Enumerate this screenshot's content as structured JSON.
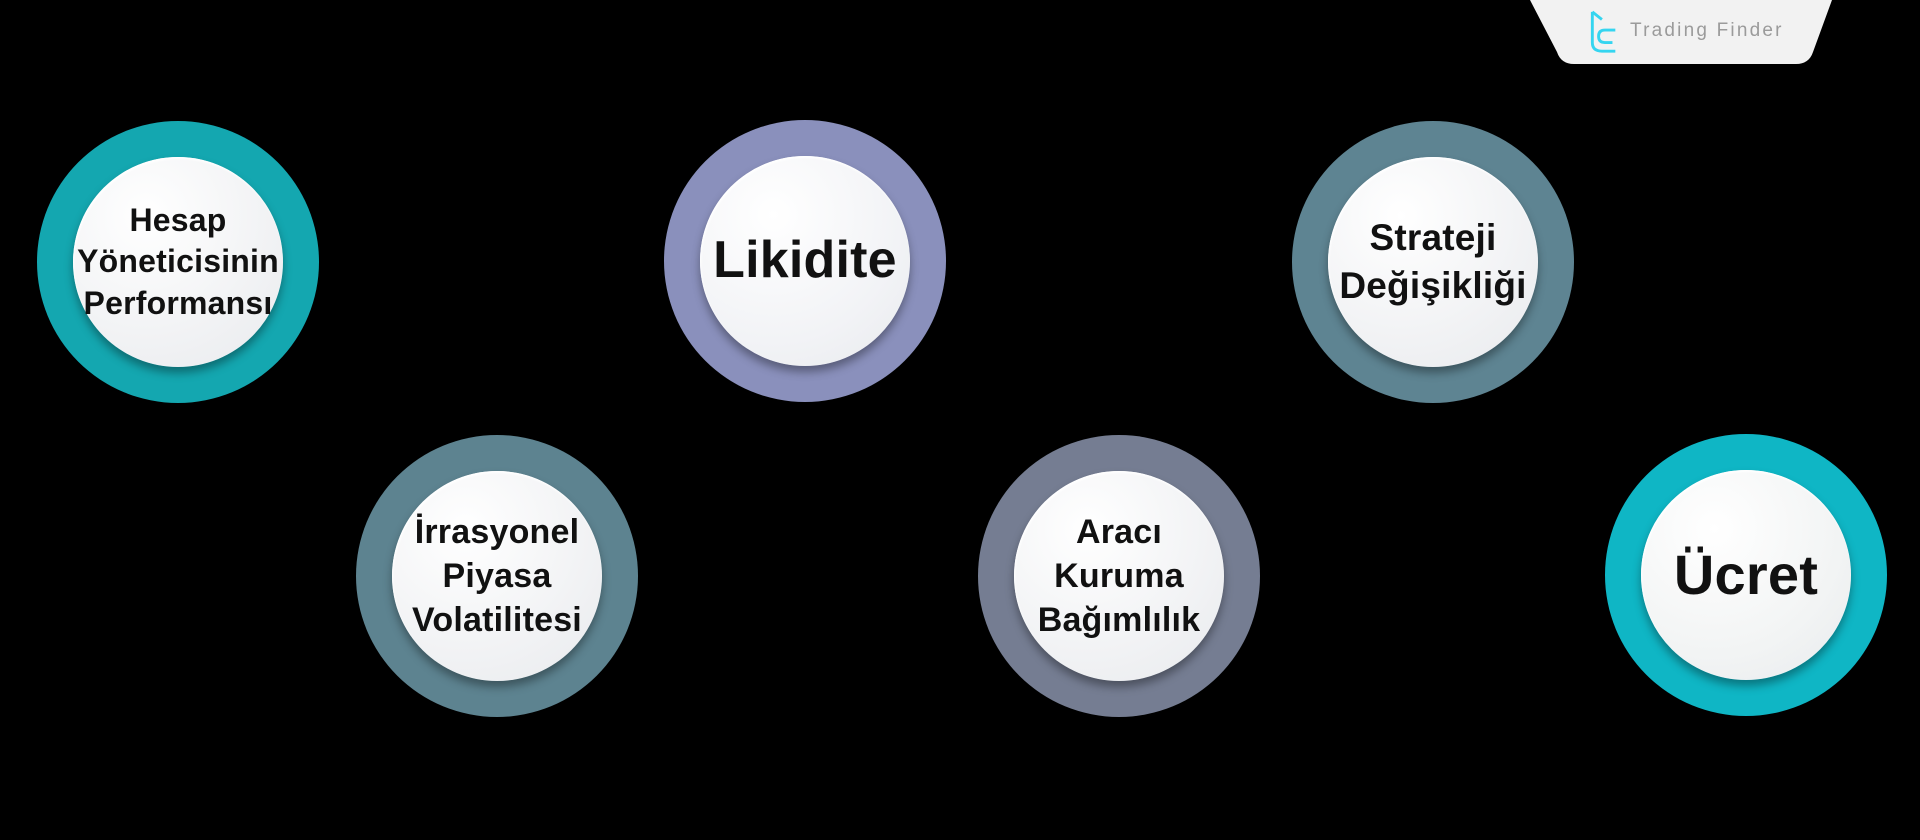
{
  "background_color": "#000000",
  "brand": {
    "name": "Trading Finder",
    "icon_color": "#35d5f0",
    "banner_color": "#f2f2f2",
    "text_color": "#9b9b9b"
  },
  "circles": [
    {
      "id": "hesap",
      "label": "Hesap\nYöneticisinin\nPerformansı",
      "ring_color": "#14a7b0",
      "inner_color": "#f1f2f4",
      "text_color": "#111111"
    },
    {
      "id": "likidite",
      "label": "Likidite",
      "ring_color": "#8a90bc",
      "inner_color": "#f2f3f6",
      "text_color": "#111111"
    },
    {
      "id": "strateji",
      "label": "Strateji\nDeğişikliği",
      "ring_color": "#5e8492",
      "inner_color": "#f1f2f4",
      "text_color": "#111111"
    },
    {
      "id": "irrasyonel",
      "label": "İrrasyonel\nPiyasa\nVolatilitesi",
      "ring_color": "#5d8390",
      "inner_color": "#f1f2f4",
      "text_color": "#111111"
    },
    {
      "id": "araci",
      "label": "Aracı\nKuruma\nBağımlılık",
      "ring_color": "#757d92",
      "inner_color": "#f1f2f4",
      "text_color": "#111111"
    },
    {
      "id": "ucret",
      "label": "Ücret",
      "ring_color": "#0fb6c5",
      "inner_color": "#f2f4f4",
      "text_color": "#111111"
    }
  ]
}
